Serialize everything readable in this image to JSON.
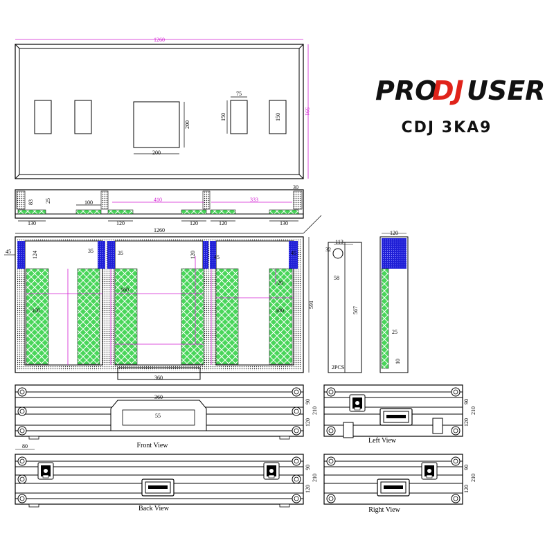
{
  "brand": {
    "pro": "PRO",
    "dj": "DJ",
    "user": "USER",
    "accent": "#e0231a"
  },
  "model": "CDJ 3KA9",
  "colors": {
    "magenta": "#d21bd2",
    "foam_blue": "#1f1fd6",
    "foam_green": "#49d65a",
    "line": "#000000"
  },
  "top_view": {
    "width": "1260",
    "depth": "591",
    "slot_w": "75",
    "slot_h1": "150",
    "slot_h2": "150",
    "center_w": "200",
    "center_h": "200"
  },
  "side_section": {
    "d410": "410",
    "d333": "333",
    "d100": "100",
    "d83": "83",
    "d25": "25",
    "d30": "30",
    "bottom": [
      "130",
      "120",
      "120",
      "120",
      "130"
    ]
  },
  "plan_view": {
    "width": "1260",
    "depth": "591",
    "d45a": "45",
    "d124": "124",
    "d35a": "35",
    "d35b": "35",
    "d120": "120",
    "d45b": "45",
    "d45c": "45",
    "d20": "20",
    "d100a": "100",
    "d100b": "100",
    "d100c": "100",
    "handle": "360"
  },
  "divider": {
    "d113": "113",
    "d32": "32",
    "d58": "58",
    "d567": "567",
    "qty": "2PCS"
  },
  "foam_block": {
    "d120": "120",
    "d25": "25",
    "d10": "10"
  },
  "front_view": {
    "label": "Front View",
    "handle": "360",
    "d55": "55",
    "d90": "90",
    "d210": "210",
    "d120": "120"
  },
  "left_view": {
    "label": "Left View",
    "d90": "90",
    "d210": "210",
    "d120": "120"
  },
  "back_view": {
    "label": "Back View",
    "d80": "80",
    "d90": "90",
    "d210": "210",
    "d120": "120"
  },
  "right_view": {
    "label": "Right View",
    "d90": "90",
    "d210": "210",
    "d120": "120"
  }
}
